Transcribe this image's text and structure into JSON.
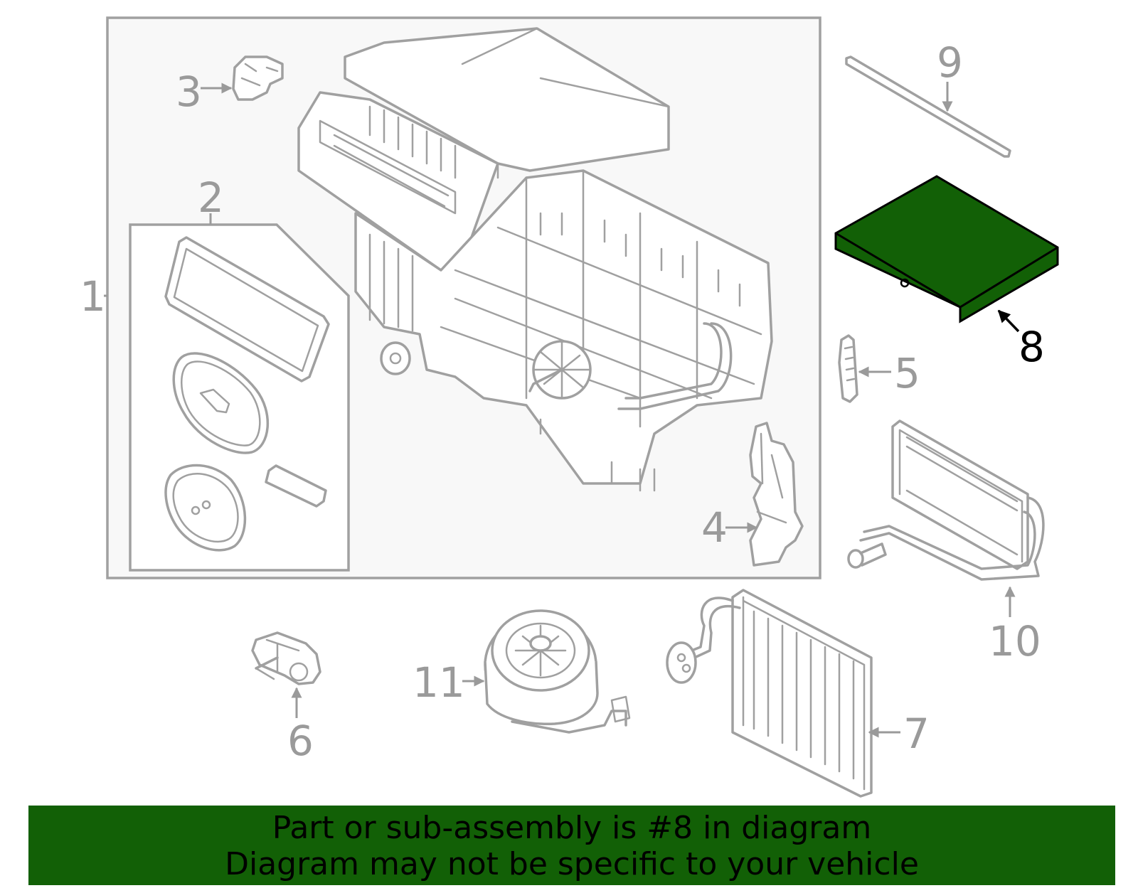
{
  "diagram": {
    "callouts": [
      "1",
      "2",
      "3",
      "4",
      "5",
      "6",
      "7",
      "8",
      "9",
      "10",
      "11"
    ],
    "highlighted_part": "8",
    "colors": {
      "line_art": "#a0a0a0",
      "highlight_fill": "#126006",
      "assembly_box_fill": "#f8f8f8",
      "banner_bg": "#126006"
    }
  },
  "banner": {
    "line1": "Part or sub-assembly is #8 in diagram",
    "line2": "Diagram may not be specific to your vehicle"
  }
}
